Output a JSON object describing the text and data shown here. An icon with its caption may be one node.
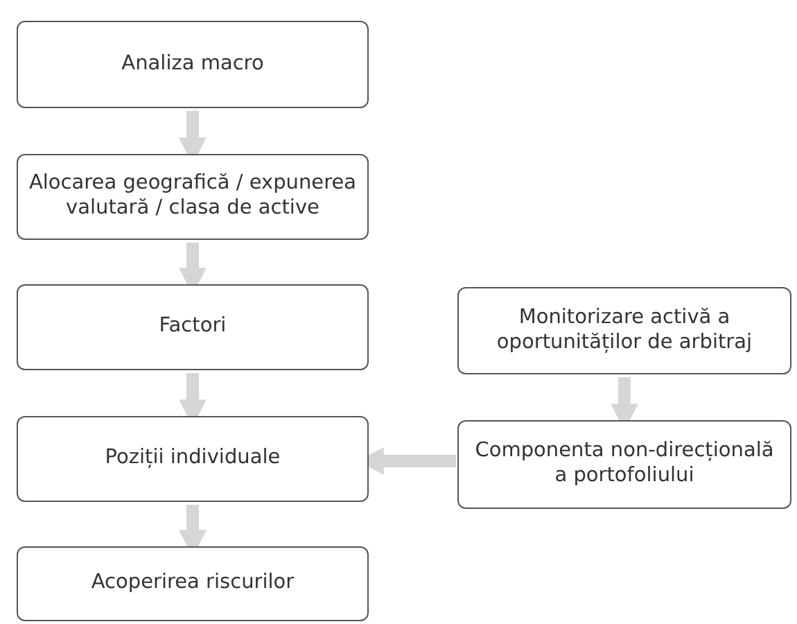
{
  "diagram": {
    "nodes": [
      {
        "text": [
          "Analiza macro"
        ]
      },
      {
        "text": [
          "Alocarea geografică / expunerea valutară / clasa de active"
        ]
      },
      {
        "text": [
          "Factori"
        ]
      },
      {
        "text": [
          "Poziții individuale"
        ]
      },
      {
        "text": [
          "Acoperirea riscurilor"
        ]
      },
      {
        "text": [
          "Monitorizare activă a oportunităților de arbitraj"
        ]
      },
      {
        "text": [
          "Componenta non-direcțională a portofoliului"
        ]
      }
    ],
    "edges": [
      {
        "from": 0,
        "to": 1,
        "arrow": "to"
      },
      {
        "from": 1,
        "to": 2,
        "arrow": "to"
      },
      {
        "from": 2,
        "to": 3,
        "arrow": "to"
      },
      {
        "from": 3,
        "to": 4,
        "arrow": "to"
      },
      {
        "from": 5,
        "to": 6,
        "arrow": "to"
      },
      {
        "from": 6,
        "to": 3,
        "arrow": "to"
      }
    ]
  }
}
